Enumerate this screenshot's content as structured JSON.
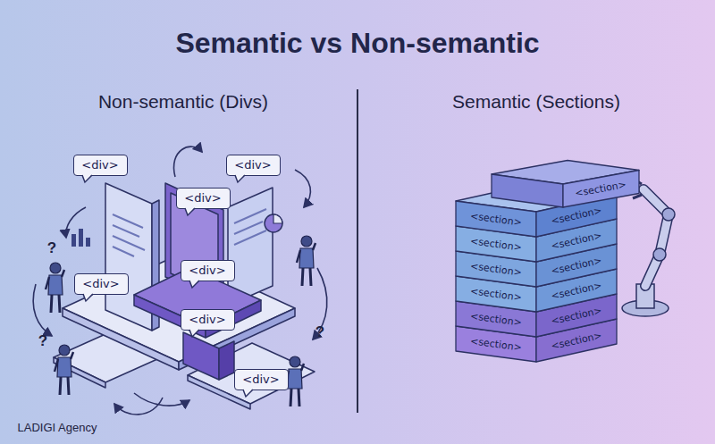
{
  "diagram": {
    "title": "Semantic vs Non-semantic",
    "nodes": [
      {
        "text": [
          "<div>"
        ]
      },
      {
        "text": [
          "<div>"
        ]
      },
      {
        "text": [
          "<div>"
        ]
      },
      {
        "text": [
          "<div>"
        ]
      },
      {
        "text": [
          "<div>"
        ]
      },
      {
        "text": [
          "<div>"
        ]
      },
      {
        "text": [
          "<div>"
        ]
      },
      {
        "text": [
          "<section>"
        ]
      },
      {
        "text": [
          "<section>",
          "<section>"
        ]
      },
      {
        "text": [
          "<section>",
          "<section>"
        ]
      },
      {
        "text": [
          "<section>",
          "<section>"
        ]
      },
      {
        "text": [
          "<section>",
          "<section>"
        ]
      },
      {
        "text": [
          "<section>",
          "<section>"
        ]
      },
      {
        "text": [
          "<section>",
          "<section>"
        ]
      }
    ],
    "labels": [
      "Non-semantic (Divs)",
      "Semantic (Sections)",
      "?",
      "?",
      "?",
      "LADIGI Agency"
    ]
  }
}
